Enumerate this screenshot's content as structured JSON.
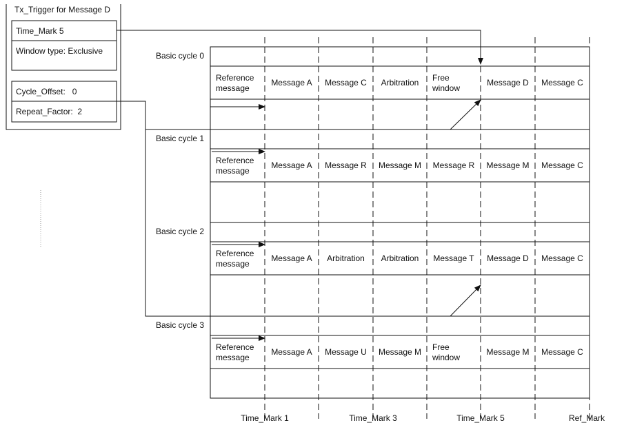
{
  "trigger_box": {
    "title": "Tx_Trigger for Message D",
    "time_mark": "Time_Mark 5",
    "window_type": "Window type: Exclusive",
    "cycle_offset": "Cycle_Offset:   0",
    "repeat_factor": "Repeat_Factor:  2"
  },
  "cycles": [
    {
      "label": "Basic cycle 0",
      "cells": [
        [
          "Reference",
          "message"
        ],
        [
          "Message A"
        ],
        [
          "Message C"
        ],
        [
          "Arbitration"
        ],
        [
          "Free",
          "window"
        ],
        [
          "Message D"
        ],
        [
          "Message C"
        ]
      ]
    },
    {
      "label": "Basic cycle 1",
      "cells": [
        [
          "Reference",
          "message"
        ],
        [
          "Message A"
        ],
        [
          "Message R"
        ],
        [
          "Message M"
        ],
        [
          "Message R"
        ],
        [
          "Message M"
        ],
        [
          "Message C"
        ]
      ]
    },
    {
      "label": "Basic cycle 2",
      "cells": [
        [
          "Reference",
          "message"
        ],
        [
          "Message A"
        ],
        [
          "Arbitration"
        ],
        [
          "Arbitration"
        ],
        [
          "Message T"
        ],
        [
          "Message D"
        ],
        [
          "Message C"
        ]
      ]
    },
    {
      "label": "Basic cycle 3",
      "cells": [
        [
          "Reference",
          "message"
        ],
        [
          "Message A"
        ],
        [
          "Message U"
        ],
        [
          "Message M"
        ],
        [
          "Free",
          "window"
        ],
        [
          "Message M"
        ],
        [
          "Message C"
        ]
      ]
    }
  ],
  "axis_labels": [
    "Time_Mark 1",
    "Time_Mark 3",
    "Time_Mark 5",
    "Ref_Mark"
  ],
  "colors": {
    "line": "#111111",
    "background": "#ffffff",
    "faint": "#9a9a9a"
  }
}
